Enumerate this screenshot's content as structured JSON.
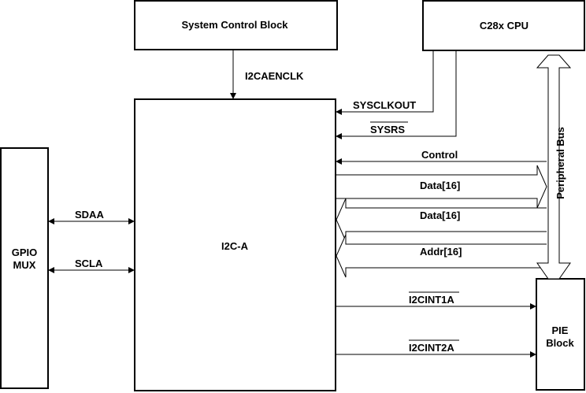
{
  "blocks": {
    "system_control": "System Control Block",
    "cpu": "C28x CPU",
    "i2c": "I2C-A",
    "gpio_line1": "GPIO",
    "gpio_line2": "MUX",
    "pie_line1": "PIE",
    "pie_line2": "Block"
  },
  "signals": {
    "i2caenclk": "I2CAENCLK",
    "sysclkout": "SYSCLKOUT",
    "sysrs": "SYSRS",
    "control": "Control",
    "data_out": "Data[16]",
    "data_in": "Data[16]",
    "addr": "Addr[16]",
    "sdaa": "SDAA",
    "scla": "SCLA",
    "i2cint1a": "I2CINT1A",
    "i2cint2a": "I2CINT2A",
    "peripheral_bus": "Peripheral Bus"
  }
}
